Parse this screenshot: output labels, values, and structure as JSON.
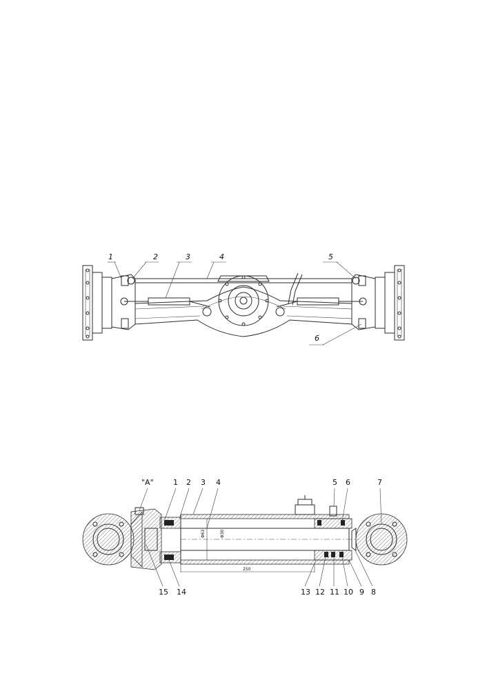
{
  "axle_callouts": [
    "1",
    "2",
    "3",
    "4",
    "5",
    "6"
  ],
  "cylinder_callouts_top": [
    "\"A\"",
    "1",
    "2",
    "3",
    "4",
    "5",
    "6",
    "7"
  ],
  "cylinder_callouts_bottom": [
    "15",
    "14",
    "13",
    "12",
    "11",
    "10",
    "9",
    "8"
  ],
  "dimensions": {
    "bore": "Φ63",
    "rod": "Φ30",
    "stroke": "250"
  }
}
